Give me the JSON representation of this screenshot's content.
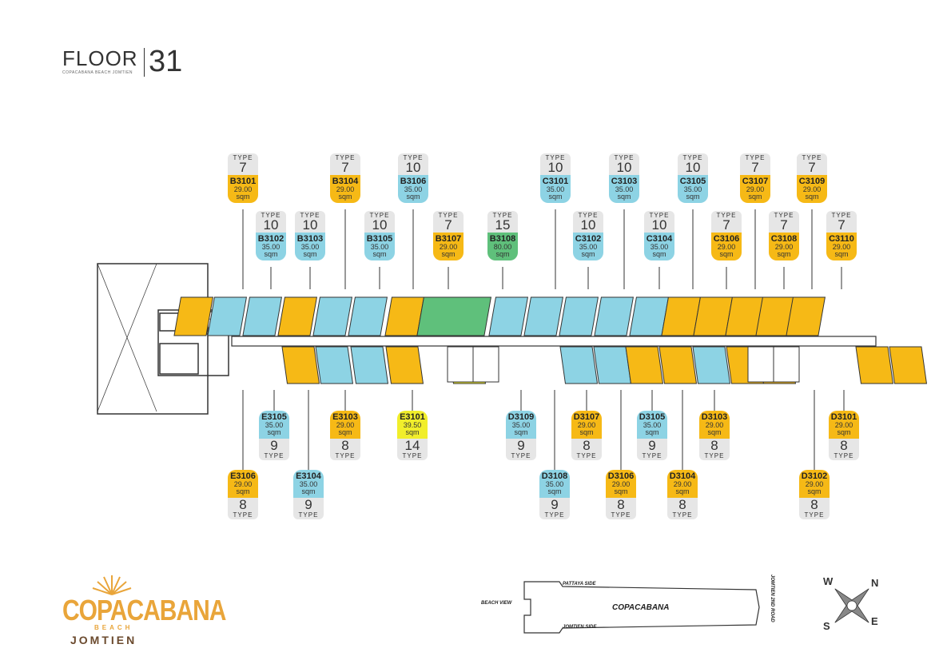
{
  "header": {
    "floor_label": "FLOOR",
    "floor_number": "31",
    "subtitle": "COPACABANA BEACH JOMTIEN"
  },
  "type_word": "TYPE",
  "sqm_word": "sqm",
  "colors": {
    "type7_orange": "#f6b916",
    "type10_blue": "#8dd3e4",
    "type15_green": "#5fc07b",
    "type14_yellow": "#f1ee2b",
    "label_grey": "#e6e6e6"
  },
  "top_units": [
    {
      "id": "B3101",
      "type": "7",
      "size": "29.00",
      "color": "orange"
    },
    {
      "id": "B3102",
      "type": "10",
      "size": "35.00",
      "color": "blue"
    },
    {
      "id": "B3103",
      "type": "10",
      "size": "35.00",
      "color": "blue"
    },
    {
      "id": "B3104",
      "type": "7",
      "size": "29.00",
      "color": "orange"
    },
    {
      "id": "B3105",
      "type": "10",
      "size": "35.00",
      "color": "blue"
    },
    {
      "id": "B3106",
      "type": "10",
      "size": "35.00",
      "color": "blue"
    },
    {
      "id": "B3107",
      "type": "7",
      "size": "29.00",
      "color": "orange"
    },
    {
      "id": "B3108",
      "type": "15",
      "size": "80.00",
      "color": "green"
    },
    {
      "id": "C3101",
      "type": "10",
      "size": "35.00",
      "color": "blue"
    },
    {
      "id": "C3102",
      "type": "10",
      "size": "35.00",
      "color": "blue"
    },
    {
      "id": "C3103",
      "type": "10",
      "size": "35.00",
      "color": "blue"
    },
    {
      "id": "C3104",
      "type": "10",
      "size": "35.00",
      "color": "blue"
    },
    {
      "id": "C3105",
      "type": "10",
      "size": "35.00",
      "color": "blue"
    },
    {
      "id": "C3106",
      "type": "7",
      "size": "29.00",
      "color": "orange"
    },
    {
      "id": "C3107",
      "type": "7",
      "size": "29.00",
      "color": "orange"
    },
    {
      "id": "C3108",
      "type": "7",
      "size": "29.00",
      "color": "orange"
    },
    {
      "id": "C3109",
      "type": "7",
      "size": "29.00",
      "color": "orange"
    },
    {
      "id": "C3110",
      "type": "7",
      "size": "29.00",
      "color": "orange"
    }
  ],
  "bottom_units": [
    {
      "id": "E3106",
      "type": "8",
      "size": "29.00",
      "color": "orange"
    },
    {
      "id": "E3105",
      "type": "9",
      "size": "35.00",
      "color": "blue"
    },
    {
      "id": "E3104",
      "type": "9",
      "size": "35.00",
      "color": "blue"
    },
    {
      "id": "E3103",
      "type": "8",
      "size": "29.00",
      "color": "orange"
    },
    {
      "id": "E3101",
      "type": "14",
      "size": "39.50",
      "color": "yellow"
    },
    {
      "id": "D3109",
      "type": "9",
      "size": "35.00",
      "color": "blue"
    },
    {
      "id": "D3108",
      "type": "9",
      "size": "35.00",
      "color": "blue"
    },
    {
      "id": "D3107",
      "type": "8",
      "size": "29.00",
      "color": "orange"
    },
    {
      "id": "D3106",
      "type": "8",
      "size": "29.00",
      "color": "orange"
    },
    {
      "id": "D3105",
      "type": "9",
      "size": "35.00",
      "color": "blue"
    },
    {
      "id": "D3104",
      "type": "8",
      "size": "29.00",
      "color": "orange"
    },
    {
      "id": "D3103",
      "type": "8",
      "size": "29.00",
      "color": "orange"
    },
    {
      "id": "D3102",
      "type": "8",
      "size": "29.00",
      "color": "orange"
    },
    {
      "id": "D3101",
      "type": "8",
      "size": "29.00",
      "color": "orange"
    }
  ],
  "logo": {
    "brand": "COPACABANA",
    "beach": "BEACH",
    "place": "JOMTIEN"
  },
  "key_plan": {
    "pattaya_side": "PATTAYA SIDE",
    "beach_view": "BEACH VIEW",
    "name": "COPACABANA",
    "jomtien_side": "JOMTIEN SIDE",
    "road": "JOMTIEN 2ND ROAD"
  },
  "compass": {
    "n": "N",
    "e": "E",
    "s": "S",
    "w": "W"
  }
}
